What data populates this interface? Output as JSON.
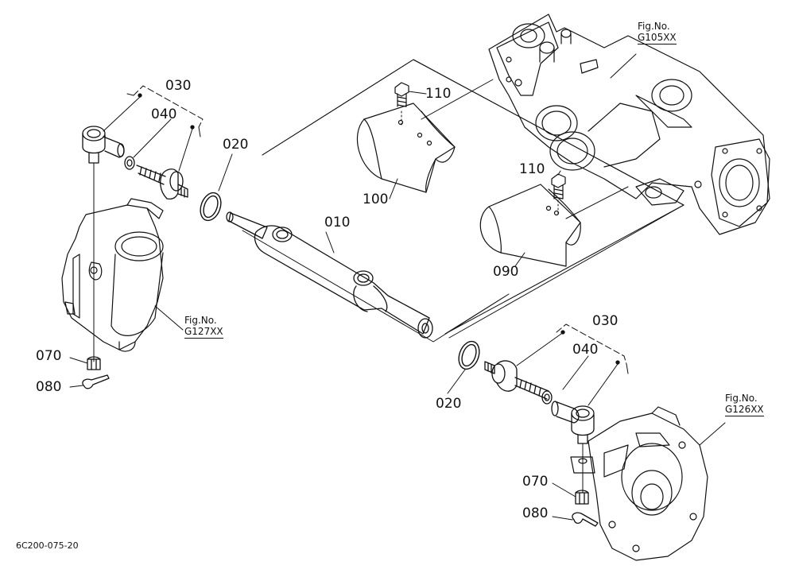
{
  "labels": {
    "p010": "010",
    "p020_top": "020",
    "p020_bottom": "020",
    "p030_top": "030",
    "p030_bottom": "030",
    "p040_top": "040",
    "p040_bottom": "040",
    "p070_top": "070",
    "p070_bottom": "070",
    "p080_top": "080",
    "p080_bottom": "080",
    "p090": "090",
    "p100": "100",
    "p110_top": "110",
    "p110_bottom": "110"
  },
  "figrefs": {
    "g105": {
      "line1": "Fig.No.",
      "line2": "G105XX"
    },
    "g127": {
      "line1": "Fig.No.",
      "line2": "G127XX"
    },
    "g126": {
      "line1": "Fig.No.",
      "line2": "G126XX"
    }
  },
  "drawing_code": "6C200-075-20"
}
